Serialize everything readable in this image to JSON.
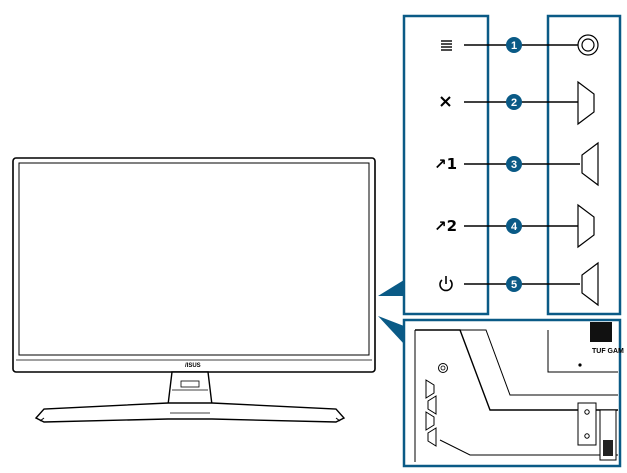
{
  "colors": {
    "accent": "#0a5a86",
    "line": "#000000",
    "background": "#ffffff"
  },
  "monitor": {
    "brand_logo": "/ISUS"
  },
  "rear_panel": {
    "brand_text": "TUF GAM"
  },
  "buttons": [
    {
      "number": "1",
      "icon": "menu-icon",
      "shape": "round"
    },
    {
      "number": "2",
      "icon": "close-icon",
      "shape": "wedge-right"
    },
    {
      "number": "3",
      "icon": "shortcut-1-icon",
      "symbol": "↗1",
      "shape": "wedge-left"
    },
    {
      "number": "4",
      "icon": "shortcut-2-icon",
      "symbol": "↗2",
      "shape": "wedge-right"
    },
    {
      "number": "5",
      "icon": "power-icon",
      "shape": "wedge-left"
    }
  ]
}
